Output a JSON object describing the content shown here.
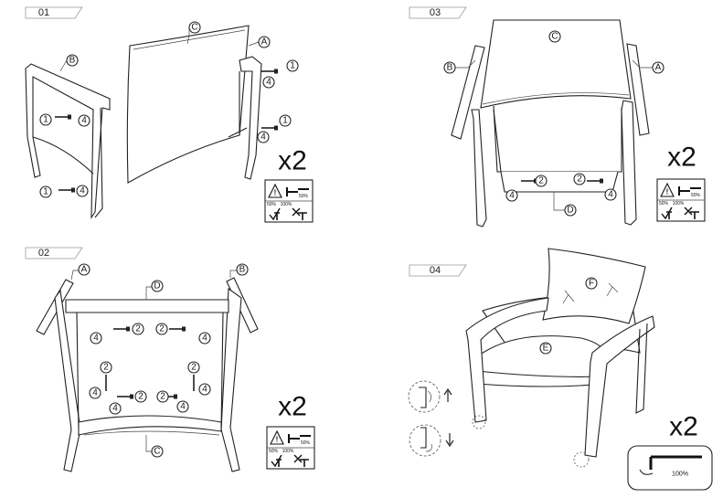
{
  "steps": [
    {
      "number": "01",
      "quantity": "x2",
      "labels": {
        "part_a": "A",
        "part_b": "B",
        "part_c": "C"
      },
      "callouts": {
        "one": "1",
        "four": "4"
      }
    },
    {
      "number": "02",
      "quantity": "x2",
      "labels": {
        "part_a": "A",
        "part_b": "B",
        "part_c": "C",
        "part_d": "D"
      },
      "callouts": {
        "two": "2",
        "four": "4"
      }
    },
    {
      "number": "03",
      "quantity": "x2",
      "labels": {
        "part_a": "A",
        "part_b": "B",
        "part_c": "C",
        "part_d": "D"
      },
      "callouts": {
        "two": "2",
        "four": "4"
      }
    },
    {
      "number": "04",
      "quantity": "x2",
      "labels": {
        "part_e": "E",
        "part_f": "F"
      },
      "hex_key_percent": "100%"
    }
  ],
  "warning_box": {
    "percent_small": "50%",
    "percent_left": "50%",
    "percent_right": "100%"
  },
  "icons": [
    "warning-triangle-icon",
    "hex-key-icon",
    "tighten-ok-icon",
    "overtighten-no-icon",
    "foot-glide-icon",
    "arrow-up-icon",
    "arrow-down-icon"
  ]
}
